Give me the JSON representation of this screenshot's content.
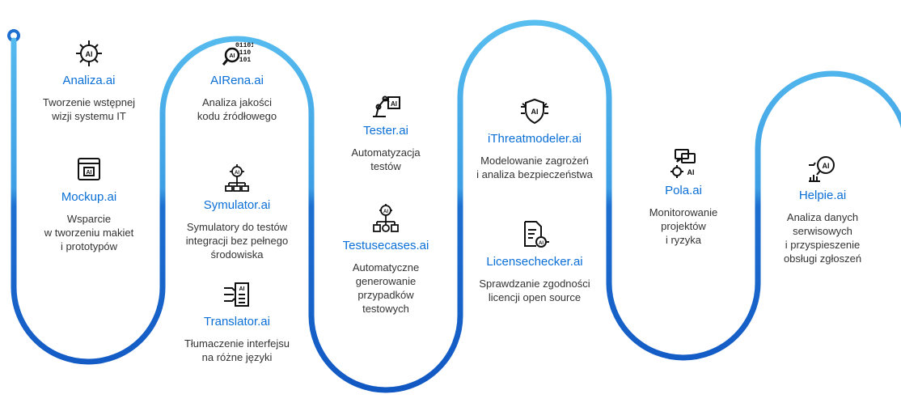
{
  "colors": {
    "accent": "#0a6fd6",
    "path_dark": "#1463c8",
    "path_light": "#4fb3ea",
    "text": "#333333"
  },
  "items": [
    {
      "icon": "ai-chip-icon",
      "name": "Analiza.ai",
      "desc": "Tworzenie wstępnej\nwizji systemu IT"
    },
    {
      "icon": "ai-window-icon",
      "name": "Mockup.ai",
      "desc": "Wsparcie\nw tworzeniu makiet\ni prototypów"
    },
    {
      "icon": "ai-code-search-icon",
      "name": "AIRena.ai",
      "desc": "Analiza jakości\nkodu źródłowego"
    },
    {
      "icon": "ai-gear-network-icon",
      "name": "Symulator.ai",
      "desc": "Symulatory do testów\nintegracji bez pełnego\nśrodowiska"
    },
    {
      "icon": "ai-translate-icon",
      "name": "Translator.ai",
      "desc": "Tłumaczenie interfejsu\nna różne języki"
    },
    {
      "icon": "ai-robot-arm-icon",
      "name": "Tester.ai",
      "desc": "Automatyzacja\ntestów"
    },
    {
      "icon": "ai-flowchart-icon",
      "name": "Testusecases.ai",
      "desc": "Automatyczne\ngenerowanie\nprzypadków\ntestowych"
    },
    {
      "icon": "ai-shield-icon",
      "name": "iThreatmodeler.ai",
      "desc": "Modelowanie zagrożeń\ni analiza bezpieczeństwa"
    },
    {
      "icon": "ai-license-document-icon",
      "name": "Licensechecker.ai",
      "desc": "Sprawdzanie zgodności\nlicencji open source"
    },
    {
      "icon": "ai-chat-gear-icon",
      "name": "Pola.ai",
      "desc": "Monitorowanie\nprojektów\ni ryzyka"
    },
    {
      "icon": "ai-analytics-search-icon",
      "name": "Helpie.ai",
      "desc": "Analiza danych\nserwisowych\ni przyspieszenie\nobsługi zgłoszeń"
    }
  ]
}
